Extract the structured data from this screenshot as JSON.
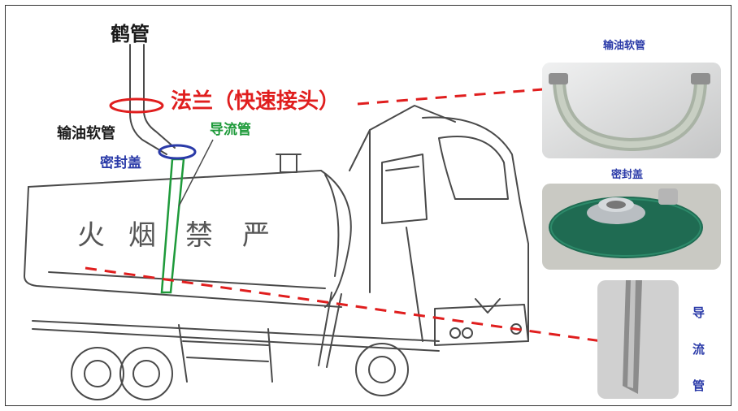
{
  "labels": {
    "crane_pipe": "鹤管",
    "flange": "法兰（快速接头）",
    "hose": "输油软管",
    "seal_cap": "密封盖",
    "guide_pipe": "导流管",
    "tank_text": [
      "火",
      "烟",
      "禁",
      "严"
    ]
  },
  "photos": {
    "hose_caption": "输油软管",
    "seal_caption": "密封盖",
    "guide_vertical": [
      "导",
      "流",
      "管"
    ]
  },
  "colors": {
    "red": "#e01e1e",
    "blue": "#2a3aa8",
    "green": "#1e9a3a",
    "sketch": "#4a4a4a"
  }
}
